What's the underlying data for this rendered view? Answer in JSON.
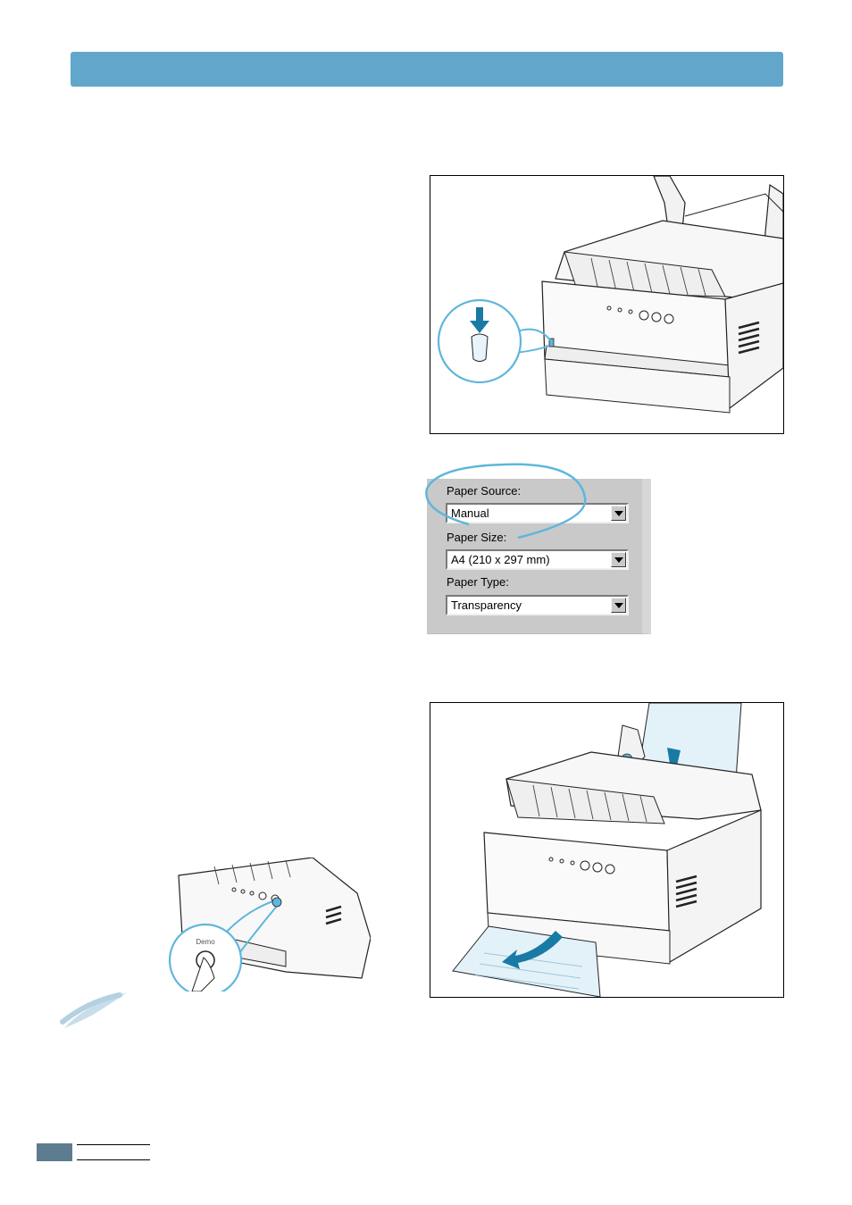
{
  "print_dialog": {
    "paper_source_label": "Paper Source:",
    "paper_source_value": "Manual",
    "paper_size_label": "Paper Size:",
    "paper_size_value": "A4 (210 x 297 mm)",
    "paper_type_label": "Paper Type:",
    "paper_type_value": "Transparency"
  },
  "demo_callout": {
    "button_label": "Demo"
  },
  "colors": {
    "header_bar": "#62a7cb",
    "accent_blue": "#5fb6dc",
    "arrow_blue": "#1a7aa6",
    "page_tab": "#5d7c8f"
  },
  "icons": [
    "down-arrow-icon",
    "dropdown-arrow-icon"
  ]
}
